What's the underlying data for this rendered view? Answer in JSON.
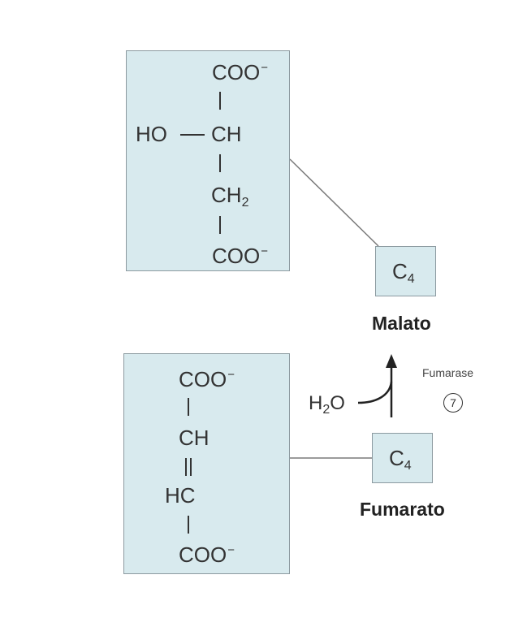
{
  "malate_structure": {
    "top": "COO",
    "top_charge": "−",
    "ho": "HO",
    "ch": "CH",
    "ch2_base": "CH",
    "ch2_sub": "2",
    "bottom": "COO",
    "bottom_charge": "−"
  },
  "fumarate_structure": {
    "top": "COO",
    "top_charge": "−",
    "ch": "CH",
    "hc": "HC",
    "bottom": "COO",
    "bottom_charge": "−"
  },
  "malate_node": {
    "base": "C",
    "sub": "4",
    "name": "Malato"
  },
  "fumarate_node": {
    "base": "C",
    "sub": "4",
    "name": "Fumarato"
  },
  "reaction": {
    "water_base": "H",
    "water_sub": "2",
    "water_tail": "O",
    "enzyme": "Fumarase",
    "step": "7"
  },
  "colors": {
    "box_fill": "#d8eaee",
    "box_border": "#8c9aa0",
    "text": "#333333"
  }
}
